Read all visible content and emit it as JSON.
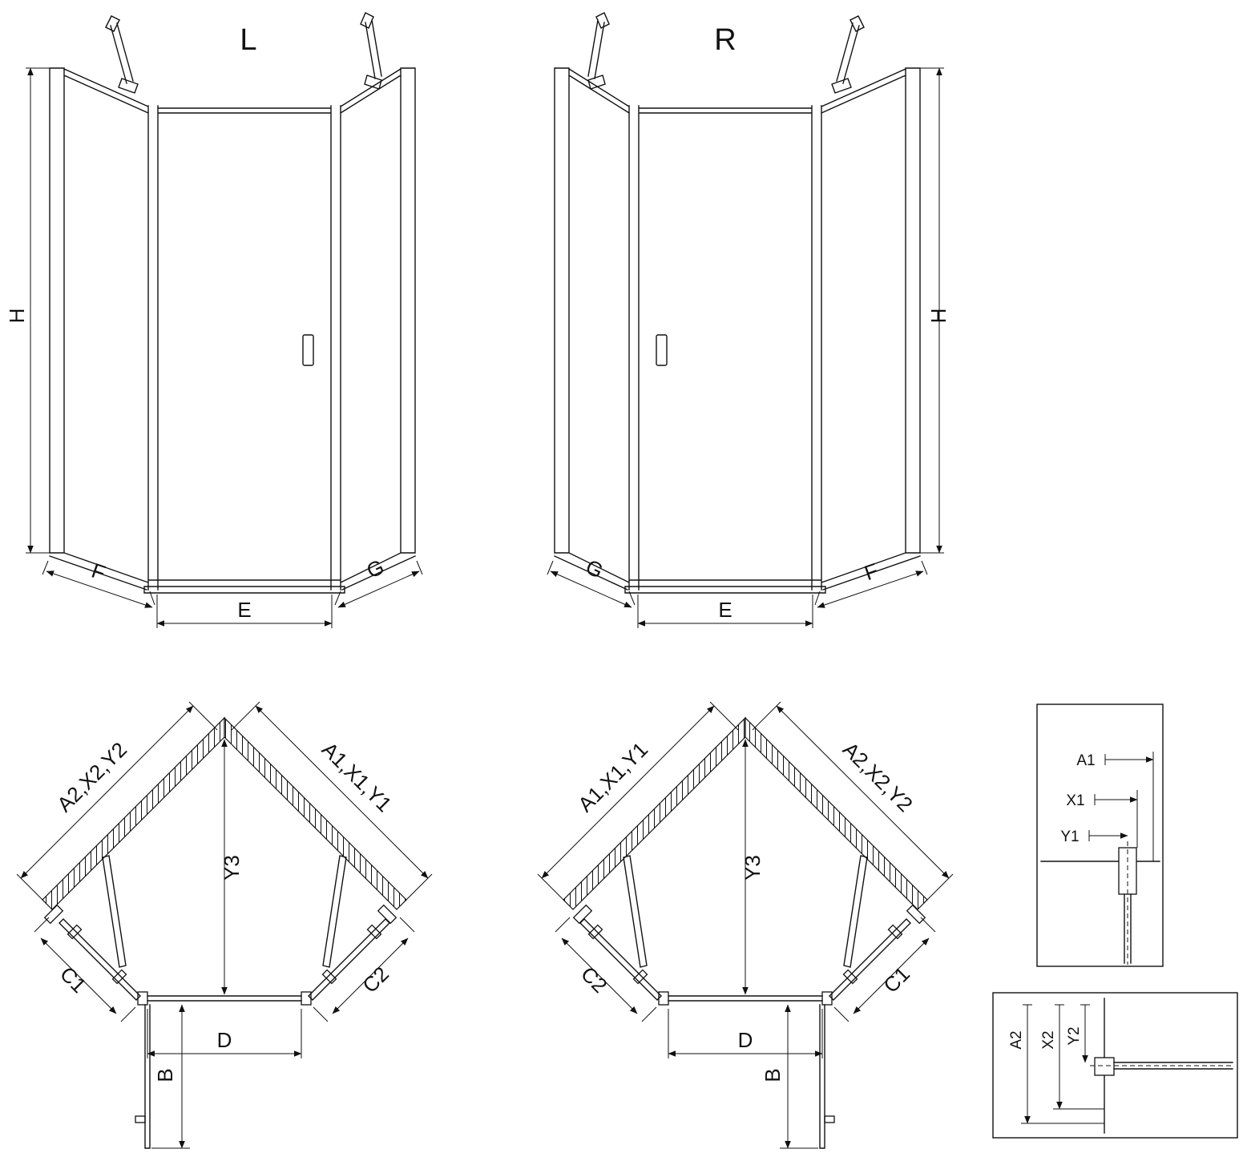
{
  "views": {
    "elevation_left": {
      "title": "L",
      "h": "H",
      "f": "F",
      "g": "G",
      "e": "E"
    },
    "elevation_right": {
      "title": "R",
      "h": "H",
      "f": "F",
      "g": "G",
      "e": "E"
    },
    "plan_left": {
      "wall_left": "A2,X2,Y2",
      "wall_right": "A1,X1,Y1",
      "y3": "Y3",
      "panel_left": "C1",
      "panel_right": "C2",
      "door_width": "D",
      "door_open": "B"
    },
    "plan_right": {
      "wall_left": "A1,X1,Y1",
      "wall_right": "A2,X2,Y2",
      "y3": "Y3",
      "panel_left": "C2",
      "panel_right": "C1",
      "door_width": "D",
      "door_open": "B"
    },
    "detail_top": {
      "dims": [
        "A1",
        "X1",
        "Y1"
      ]
    },
    "detail_bottom": {
      "dims": [
        "A2",
        "X2",
        "Y2"
      ]
    }
  }
}
